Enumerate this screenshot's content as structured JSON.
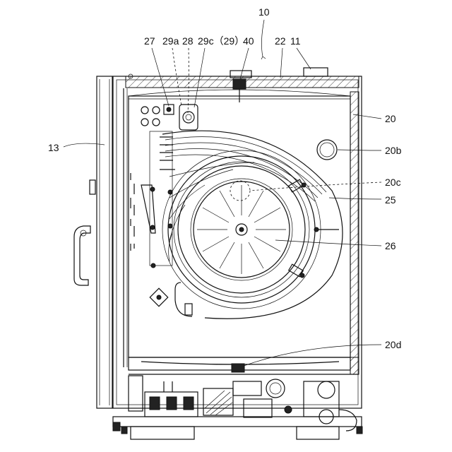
{
  "labels": {
    "l10": "10",
    "l27": "27",
    "l29a": "29a",
    "l28": "28",
    "l29c": "29c（29）",
    "l40": "40",
    "l22": "22",
    "l11": "11",
    "l20": "20",
    "l20b": "20b",
    "l20c": "20c",
    "l25": "25",
    "l26": "26",
    "l13": "13",
    "l20d": "20d"
  }
}
